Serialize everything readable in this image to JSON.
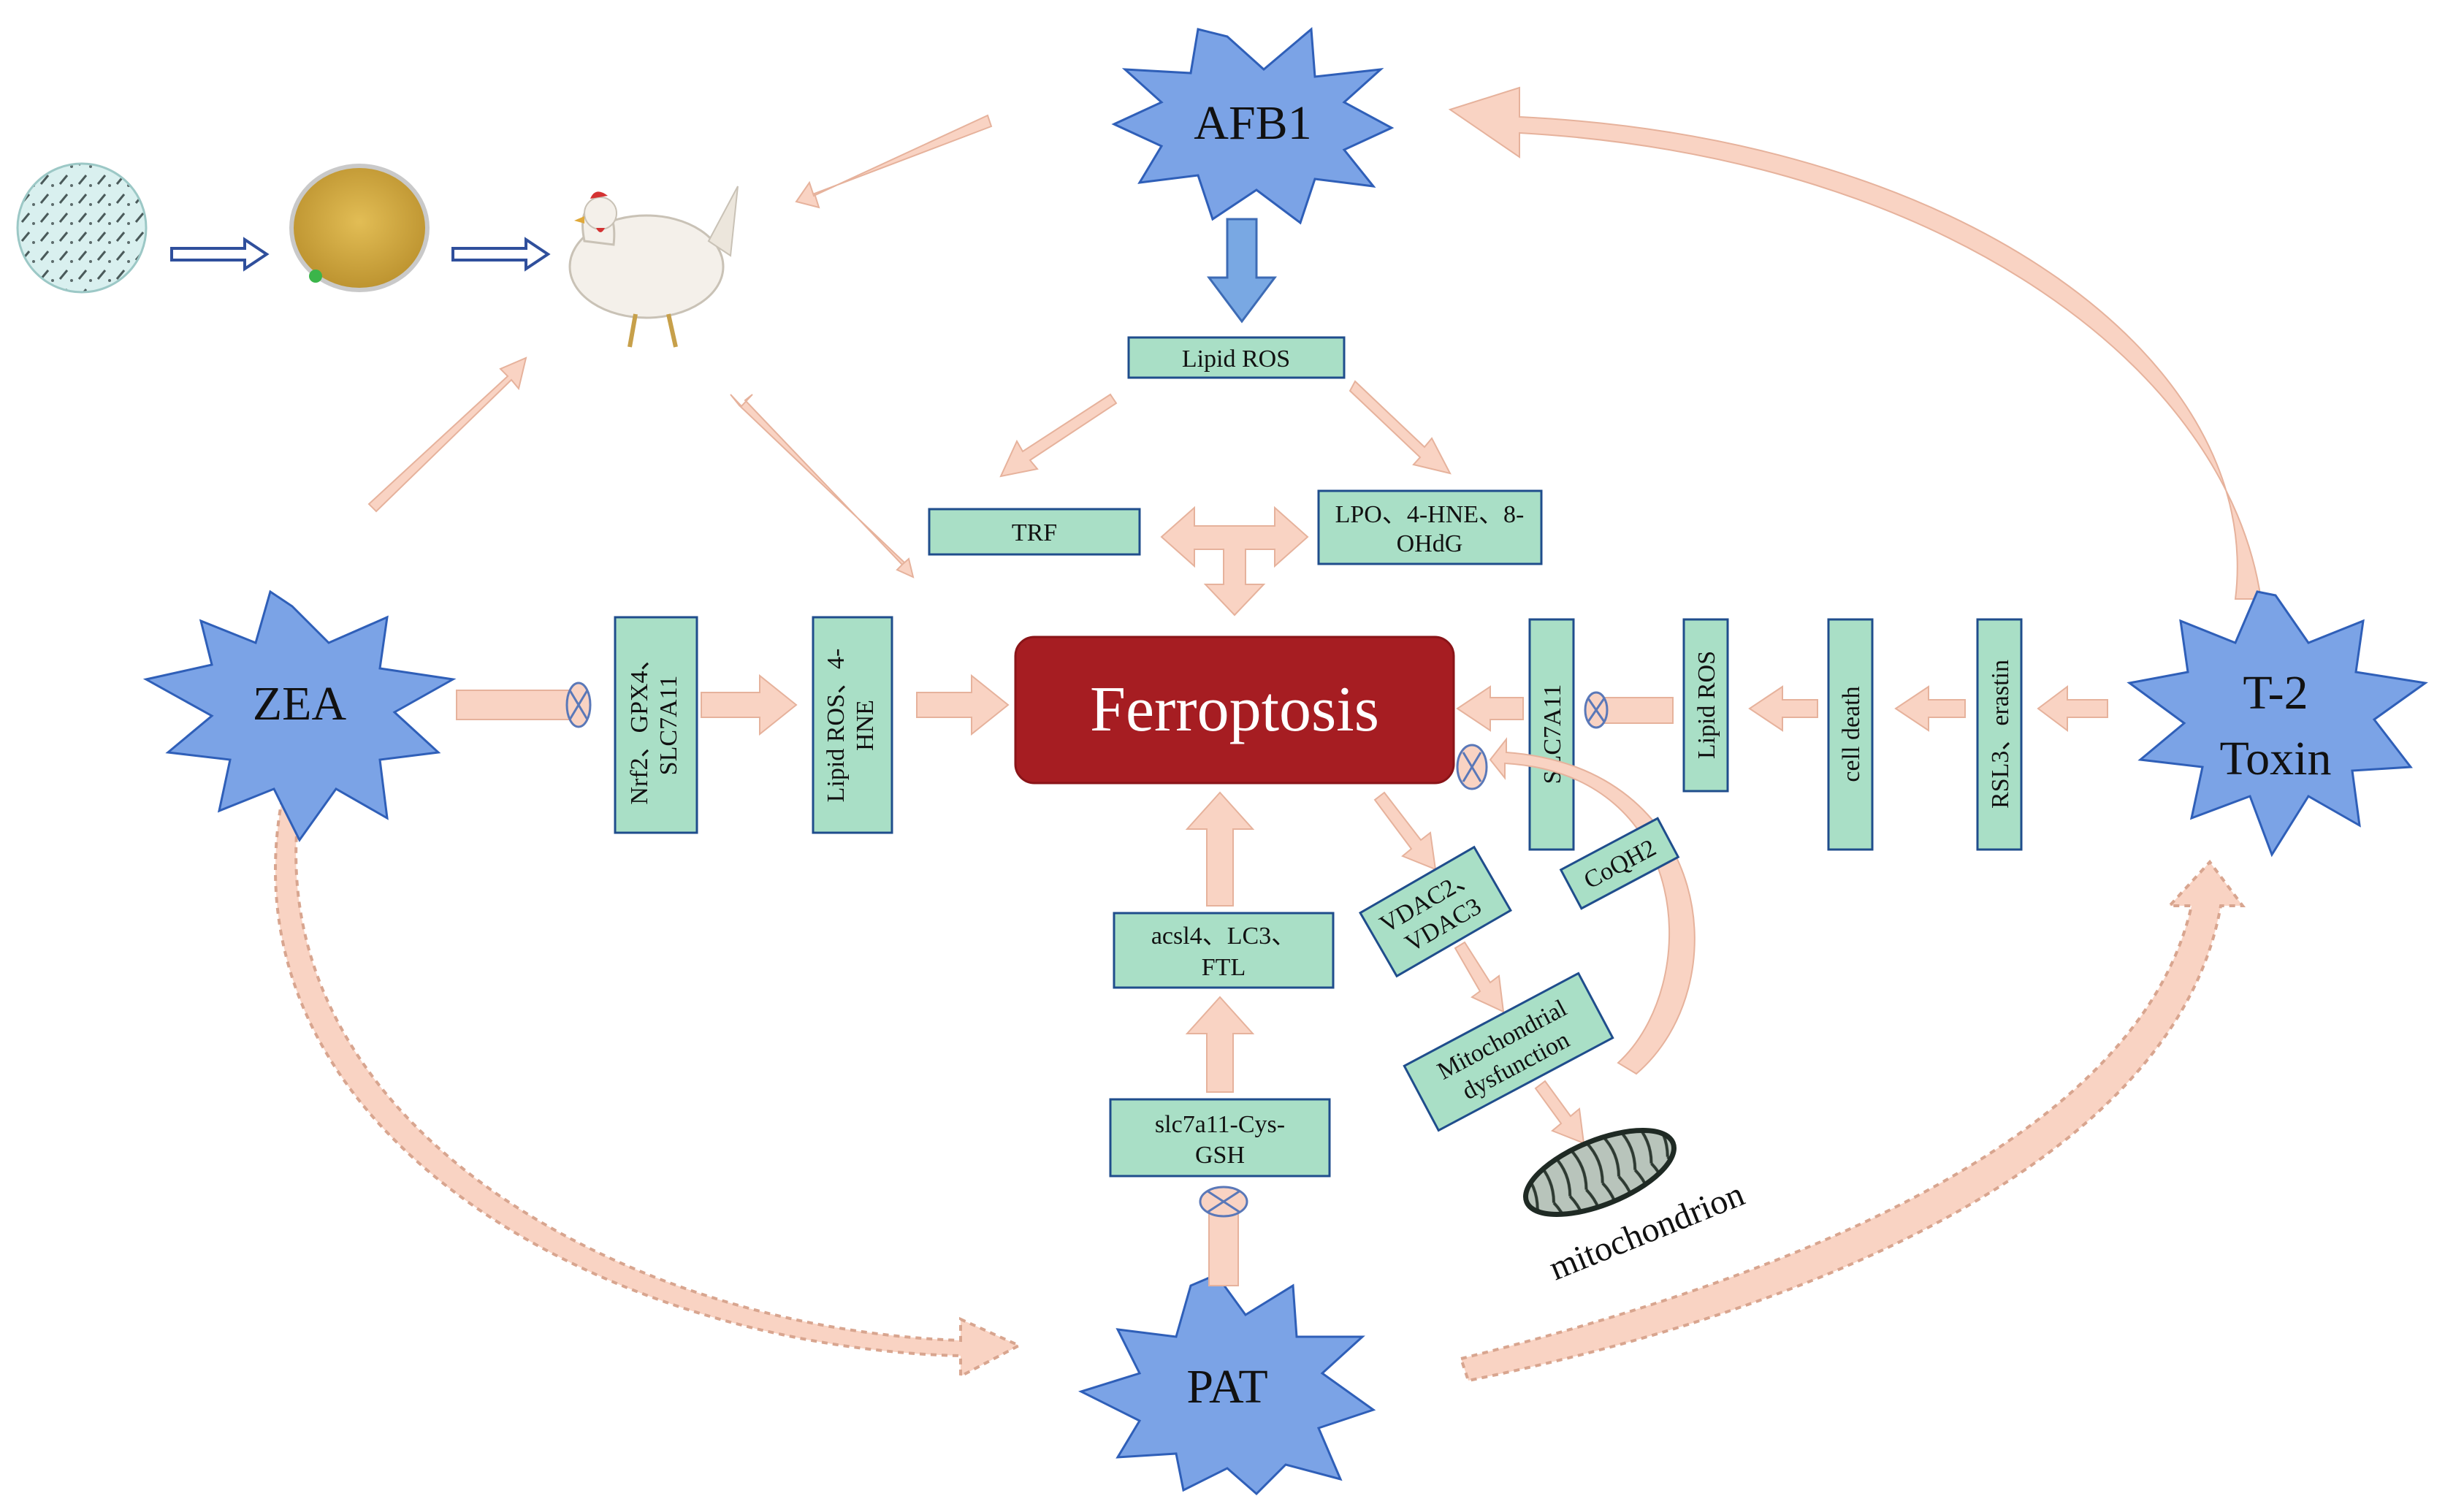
{
  "nodes": {
    "afb1": "AFB1",
    "zea": "ZEA",
    "t2": "T-2",
    "toxin": "Toxin",
    "pat": "PAT",
    "ferroptosis": "Ferroptosis",
    "lipid_ros_top": "Lipid ROS",
    "trf": "TRF",
    "lpo_line1": "LPO、4-HNE、8-",
    "lpo_line2": "OHdG",
    "nrf2_line1": "Nrf2、GPX4、",
    "nrf2_line2": "SLC7A11",
    "lipid_hne_line1": "Lipid ROS、4-",
    "lipid_hne_line2": "HNE",
    "slc7a11": "SLC7A11",
    "lipid_ros_right": "Lipid ROS",
    "cell_death": "cell death",
    "rsl3": "RSL3、erastin",
    "coqh2": "CoQH2",
    "vdac_line1": "VDAC2、",
    "vdac_line2": "VDAC3",
    "mito_dys_line1": "Mitochondrial",
    "mito_dys_line2": "dysfunction",
    "mitochondrion": "mitochondrion",
    "acsl4_line1": "acsl4、LC3、",
    "acsl4_line2": "FTL",
    "slc_cys_line1": "slc7a11-Cys-",
    "slc_cys_line2": "GSH"
  },
  "icons": [
    "fungus-icon",
    "feed-icon",
    "chicken-icon",
    "mitochondrion-icon"
  ],
  "colors": {
    "box_fill": "#a9dfc6",
    "star_fill": "#7ba3e6",
    "ferroptosis_fill": "#a61d22",
    "arrow_pink": "#f9d3c3"
  }
}
